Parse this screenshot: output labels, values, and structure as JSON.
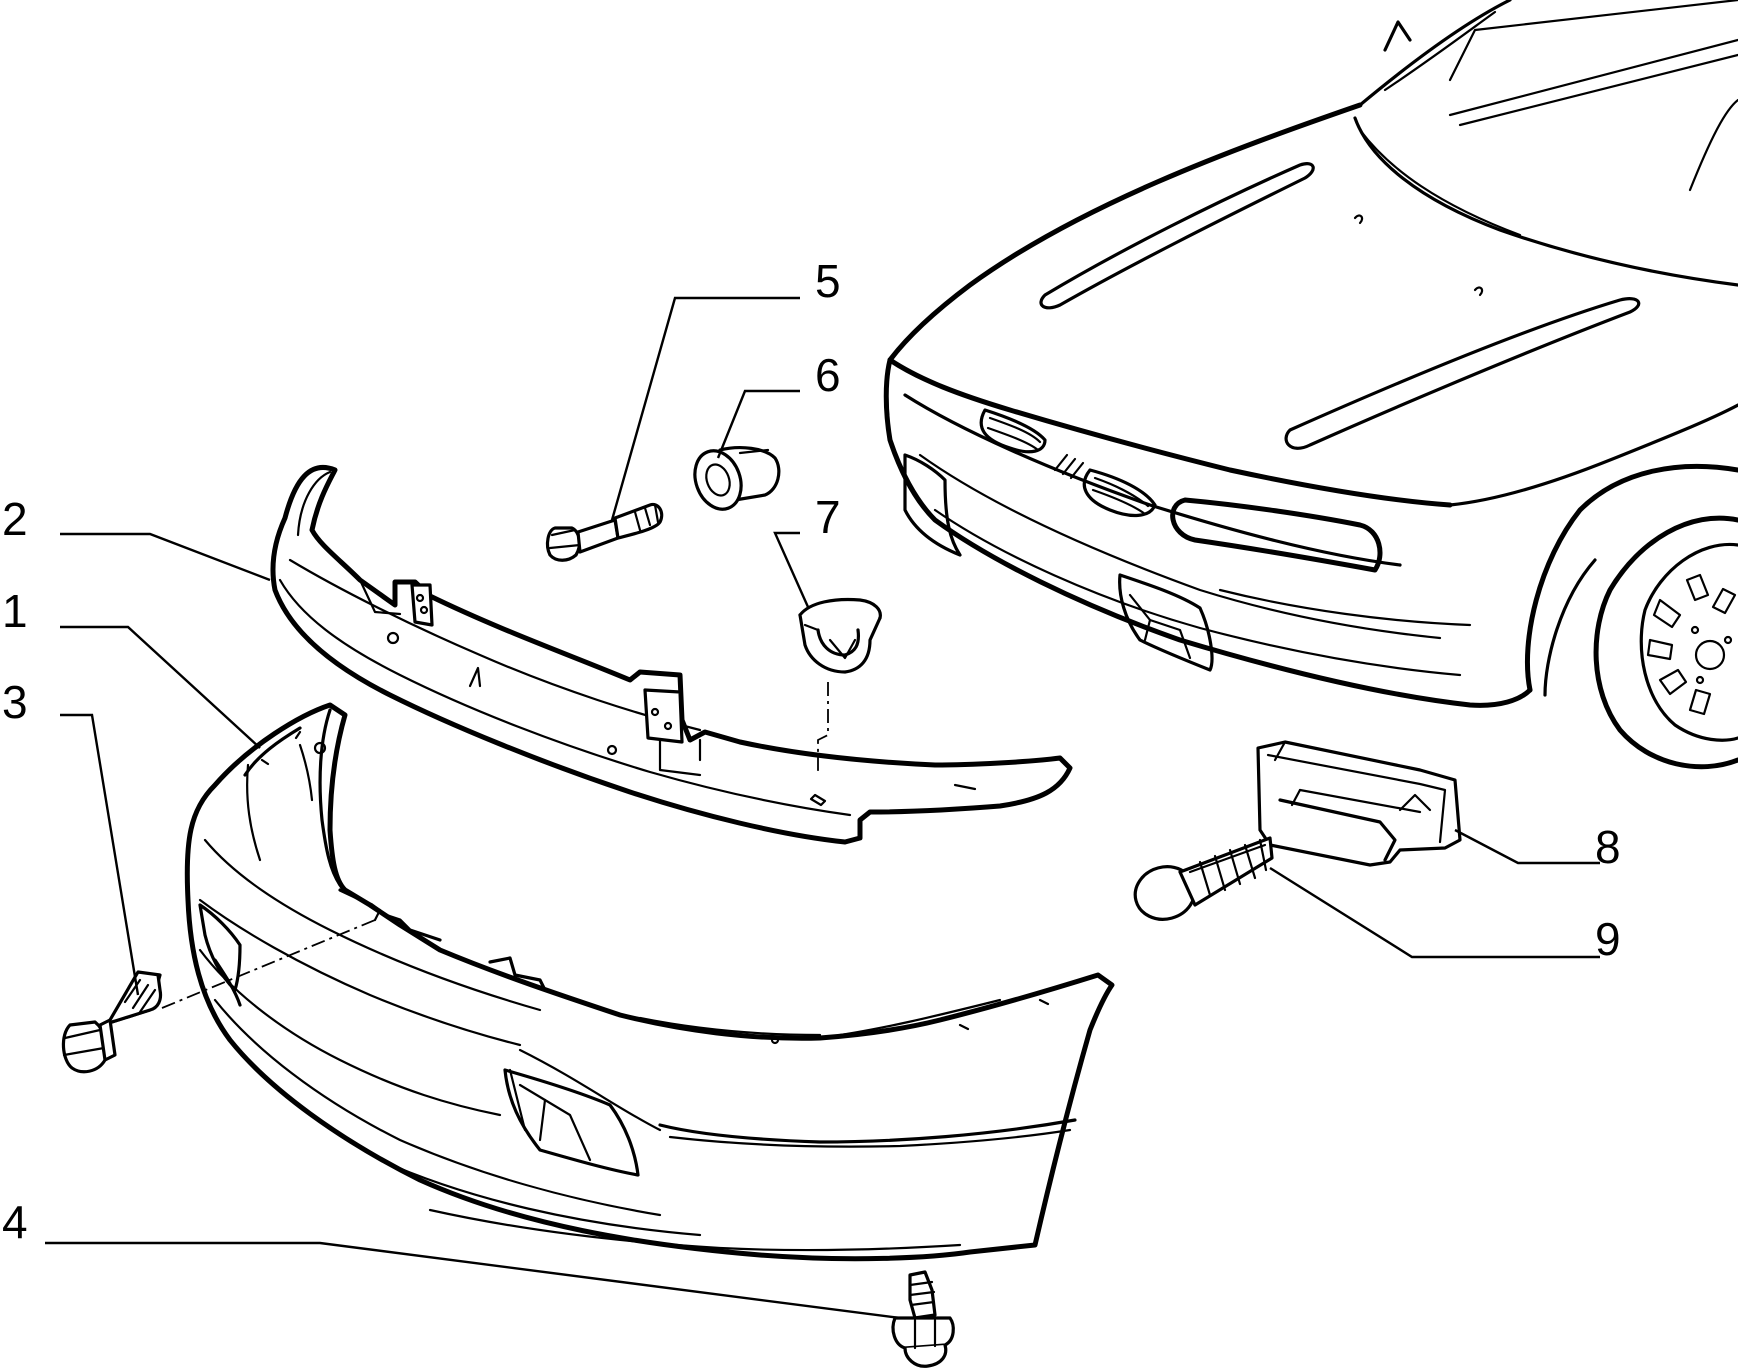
{
  "callouts": [
    {
      "id": "1",
      "label": "1",
      "part": "bumper-cover"
    },
    {
      "id": "2",
      "label": "2",
      "part": "bumper-reinforcement"
    },
    {
      "id": "3",
      "label": "3",
      "part": "flange-screw"
    },
    {
      "id": "4",
      "label": "4",
      "part": "stud-bolt"
    },
    {
      "id": "5",
      "label": "5",
      "part": "shoulder-bolt"
    },
    {
      "id": "6",
      "label": "6",
      "part": "spacer-bushing"
    },
    {
      "id": "7",
      "label": "7",
      "part": "retaining-clip"
    },
    {
      "id": "8",
      "label": "8",
      "part": "side-bracket"
    },
    {
      "id": "9",
      "label": "9",
      "part": "push-rivet"
    }
  ],
  "colors": {
    "line": "#000000",
    "background": "#ffffff"
  }
}
